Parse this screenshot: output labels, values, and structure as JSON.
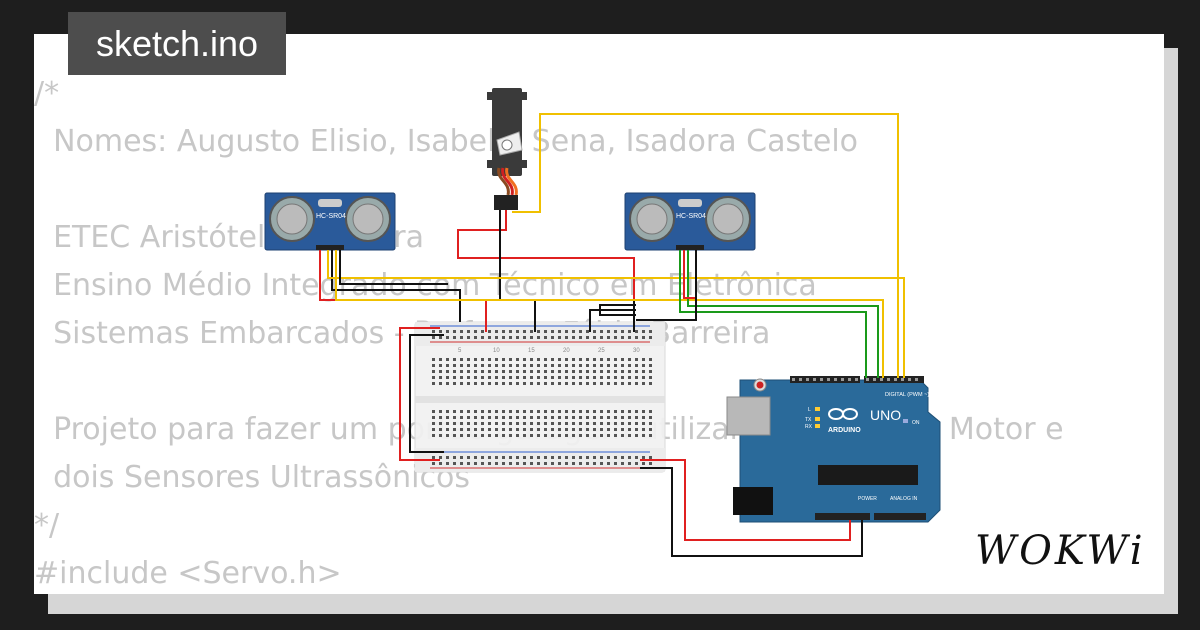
{
  "title_tab": {
    "label": "sketch.ino"
  },
  "code_lines": [
    "/*",
    "  Nomes: Augusto Elisio, Isabella Sena, Isadora Castelo",
    "",
    "  ETEC Aristóteles Ferreira",
    "  Ensino Médio Integrado com Técnico em Eletrônica",
    "  Sistemas Embarcados - Professor Fábio Barreira",
    "",
    "  Projeto para fazer um portão garagem utilizando um Servo Motor e",
    "  dois Sensores Ultrassônicos",
    "*/",
    "#include <Servo.h>"
  ],
  "components": {
    "sensor_left": {
      "label": "HC-SR04"
    },
    "sensor_right": {
      "label": "HC-SR04"
    },
    "arduino": {
      "brand": "ARDUINO",
      "model": "UNO",
      "digital_label": "DIGITAL (PWM ~)",
      "power_label": "POWER",
      "analog_label": "ANALOG IN",
      "on_label": "ON",
      "led_labels": [
        "L",
        "TX",
        "RX"
      ]
    },
    "breadboard": {
      "column_numbers": [
        "5",
        "10",
        "15",
        "20",
        "25",
        "30"
      ]
    }
  },
  "colors": {
    "wire_red": "#e02020",
    "wire_black": "#111111",
    "wire_yellow": "#f0c000",
    "wire_green": "#1a9a1a",
    "wire_orange": "#f0a030",
    "arduino_blue": "#2a6a9a",
    "sensor_blue": "#2a5a9a"
  },
  "logo": {
    "text": "WOKWi"
  }
}
